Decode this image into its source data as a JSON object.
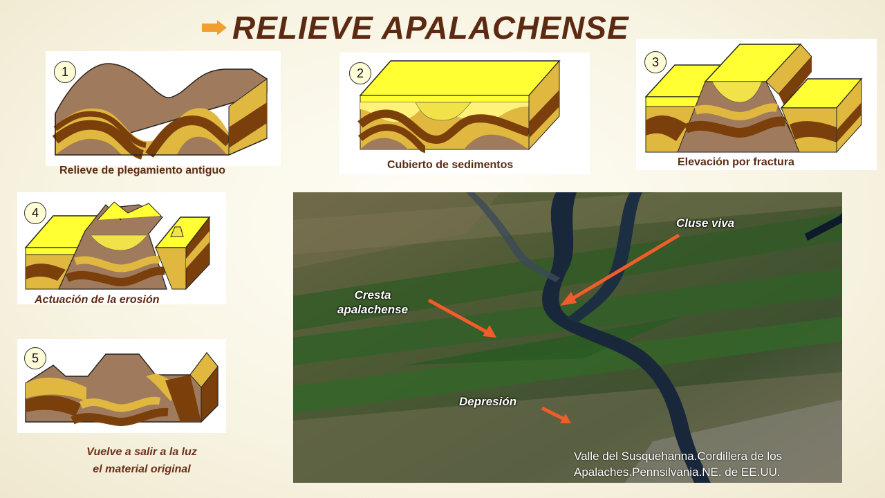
{
  "slide": {
    "title": "RELIEVE APALACHENSE"
  },
  "colors": {
    "title": "#5c2a12",
    "bullet_arrow": "#f0a030",
    "sediment_yellow": "#ffff33",
    "mocha": "#a07a5c",
    "dark_brown": "#7a3f0a",
    "gold_layer": "#e0b840",
    "annotation_arrow": "#f25c2a"
  },
  "steps": [
    {
      "number": "1",
      "caption": "Relieve de plegamiento antiguo"
    },
    {
      "number": "2",
      "caption": "Cubierto de sedimentos"
    },
    {
      "number": "3",
      "caption": "Elevación por fractura"
    },
    {
      "number": "4",
      "caption": "Actuación de la erosión"
    },
    {
      "number": "5",
      "caption_line1": "Vuelve  a salir a la luz",
      "caption_line2": "el material  original"
    }
  ],
  "photo": {
    "labels": {
      "cluse": "Cluse viva",
      "cresta_line1": "Cresta",
      "cresta_line2": "apalachense",
      "depresion": "Depresión"
    },
    "caption": "Valle  del  Susquehanna.Cordillera  de los Apalaches.Pennsilvania.NE.  de EE.UU."
  }
}
